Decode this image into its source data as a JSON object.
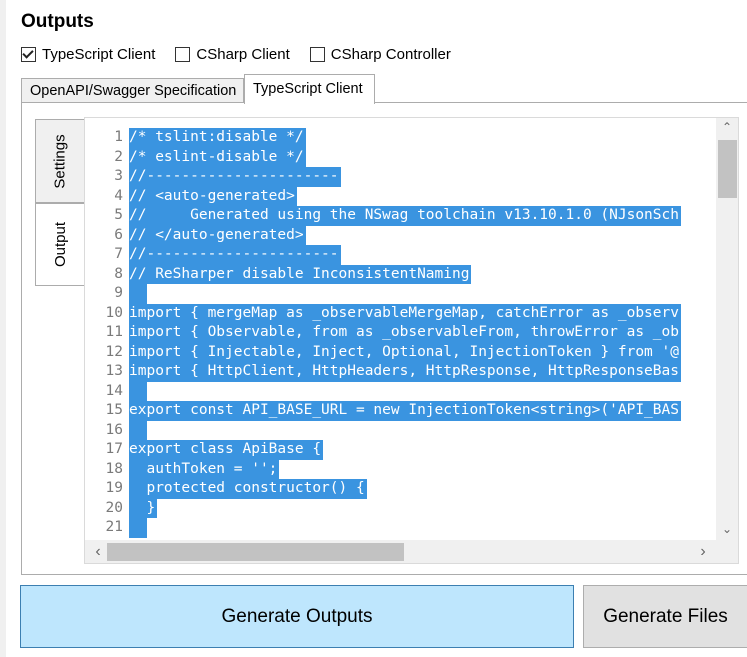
{
  "title": "Outputs",
  "output_options": [
    {
      "label": "TypeScript Client",
      "checked": true
    },
    {
      "label": "CSharp Client",
      "checked": false
    },
    {
      "label": "CSharp Controller",
      "checked": false
    }
  ],
  "tabs": [
    "OpenAPI/Swagger Specification",
    "TypeScript Client"
  ],
  "active_tab": "TypeScript Client",
  "side_tabs": [
    "Settings",
    "Output"
  ],
  "active_side_tab": "Output",
  "code": {
    "line_numbers": [
      "1",
      "2",
      "3",
      "4",
      "5",
      "6",
      "7",
      "8",
      "9",
      "10",
      "11",
      "12",
      "13",
      "14",
      "15",
      "16",
      "17",
      "18",
      "19",
      "20",
      "21"
    ],
    "lines": [
      "/* tslint:disable */",
      "/* eslint-disable */",
      "//----------------------",
      "// <auto-generated>",
      "//     Generated using the NSwag toolchain v13.10.1.0 (NJsonSch",
      "// </auto-generated>",
      "//----------------------",
      "// ReSharper disable InconsistentNaming",
      "",
      "import { mergeMap as _observableMergeMap, catchError as _observ",
      "import { Observable, from as _observableFrom, throwError as _ob",
      "import { Injectable, Inject, Optional, InjectionToken } from '@",
      "import { HttpClient, HttpHeaders, HttpResponse, HttpResponseBas",
      "",
      "export const API_BASE_URL = new InjectionToken<string>('API_BAS",
      "",
      "export class ApiBase {",
      "  authToken = '';",
      "  protected constructor() {",
      "  }",
      ""
    ],
    "selection_color": "#3a94e0"
  },
  "buttons": {
    "generate_outputs": "Generate Outputs",
    "generate_files": "Generate Files"
  },
  "scrollbar_arrows": {
    "up": "⌃",
    "down": "⌄",
    "left": "‹",
    "right": "›"
  }
}
